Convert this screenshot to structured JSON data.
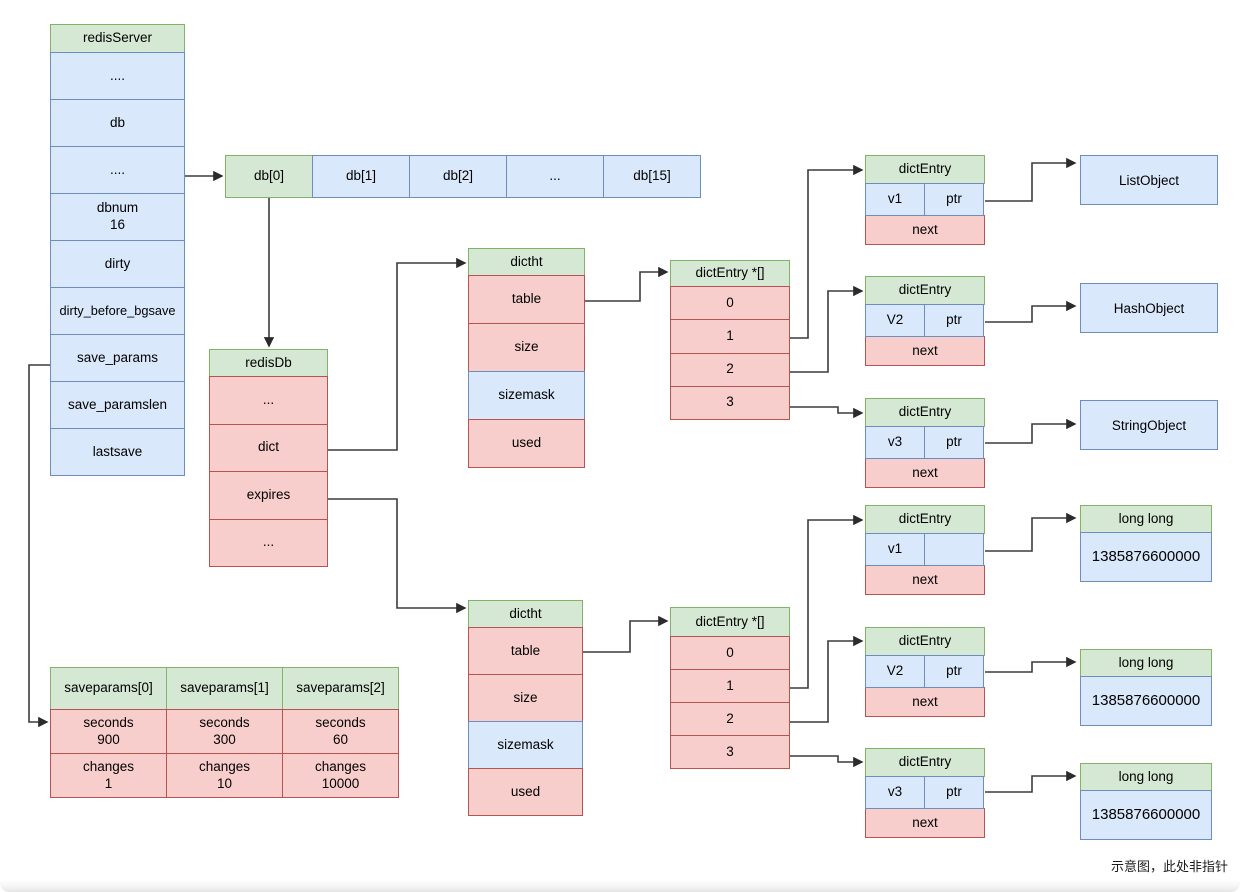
{
  "colors": {
    "green_fill": "#d5e8d4",
    "green_border": "#82b366",
    "blue_fill": "#dae8fc",
    "blue_border": "#6c8ebf",
    "red_fill": "#f8cecc",
    "red_border": "#b85450",
    "line": "#3c3c3c"
  },
  "redis_server": {
    "title": "redisServer",
    "rows": [
      "....",
      "db",
      "....",
      "dbnum\n16",
      "dirty",
      "dirty_before_bgsave",
      "save_params",
      "save_paramslen",
      "lastsave"
    ]
  },
  "db_array": {
    "cells": [
      "db[0]",
      "db[1]",
      "db[2]",
      "...",
      "db[15]"
    ]
  },
  "redis_db": {
    "title": "redisDb",
    "rows": [
      "...",
      "dict",
      "expires",
      "..."
    ]
  },
  "dictht_top": {
    "title": "dictht",
    "rows": [
      "table",
      "size",
      "sizemask",
      "used"
    ]
  },
  "dictht_bottom": {
    "title": "dictht",
    "rows": [
      "table",
      "size",
      "sizemask",
      "used"
    ]
  },
  "bucket_top": {
    "title": "dictEntry *[]",
    "rows": [
      "0",
      "1",
      "2",
      "3"
    ]
  },
  "bucket_bottom": {
    "title": "dictEntry *[]",
    "rows": [
      "0",
      "1",
      "2",
      "3"
    ]
  },
  "entries_top": [
    {
      "title": "dictEntry",
      "key": "v1",
      "ptr": "ptr",
      "next": "next"
    },
    {
      "title": "dictEntry",
      "key": "V2",
      "ptr": "ptr",
      "next": "next"
    },
    {
      "title": "dictEntry",
      "key": "v3",
      "ptr": "ptr",
      "next": "next"
    }
  ],
  "entries_bottom": [
    {
      "title": "dictEntry",
      "key": "v1",
      "ptr": "",
      "next": "next"
    },
    {
      "title": "dictEntry",
      "key": "V2",
      "ptr": "ptr",
      "next": "next"
    },
    {
      "title": "dictEntry",
      "key": "v3",
      "ptr": "ptr",
      "next": "next"
    }
  ],
  "objects_top": [
    "ListObject",
    "HashObject",
    "StringObject"
  ],
  "objects_bottom": [
    {
      "title": "long long",
      "value": "1385876600000"
    },
    {
      "title": "long long",
      "value": "1385876600000"
    },
    {
      "title": "long long",
      "value": "1385876600000"
    }
  ],
  "saveparams": {
    "headers": [
      "saveparams[0]",
      "saveparams[1]",
      "saveparams[2]"
    ],
    "cells": [
      [
        "seconds\n900",
        "seconds\n300",
        "seconds\n60"
      ],
      [
        "changes\n1",
        "changes\n10",
        "changes\n10000"
      ]
    ]
  },
  "note": "示意图，此处非指针"
}
